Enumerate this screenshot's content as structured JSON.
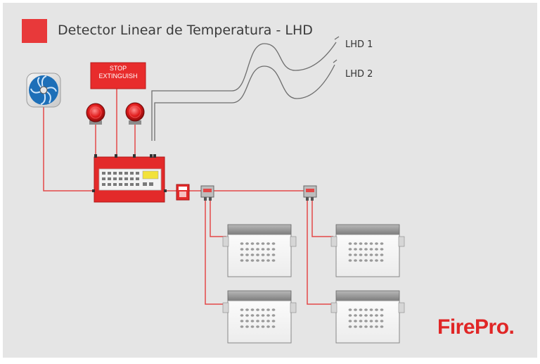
{
  "header": {
    "title": "Detector Linear de Temperatura - LHD",
    "legend_color": "#e8393a"
  },
  "sensors": [
    {
      "label": "LHD 1"
    },
    {
      "label": "LHD 2"
    }
  ],
  "stop_sign": {
    "line1": "STOP",
    "line2": "EXTINGUISH",
    "color": "#e82c2c"
  },
  "brand": {
    "name": "FirePro.",
    "color": "#e02626"
  },
  "colors": {
    "background": "#e4e4e4",
    "cable_red": "#e34848",
    "cable_gray": "#6e6e6e",
    "panel_red": "#e32a2a"
  }
}
